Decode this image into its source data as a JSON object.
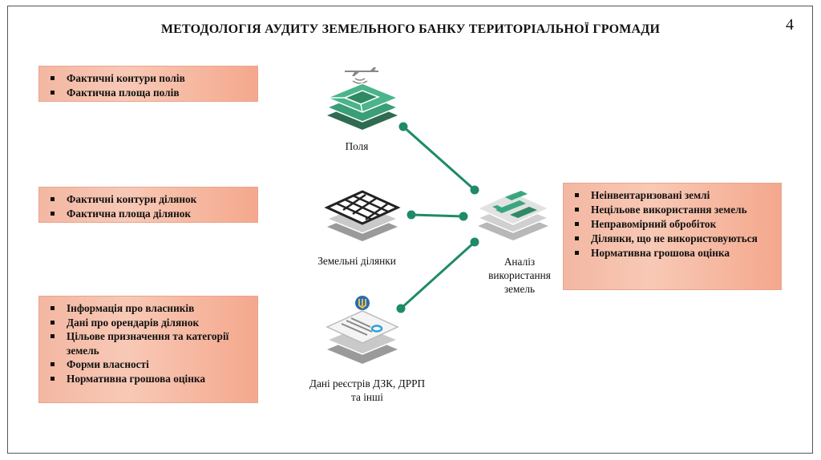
{
  "title": "МЕТОДОЛОГІЯ АУДИТУ ЗЕМЕЛЬНОГО БАНКУ ТЕРИТОРІАЛЬНОЇ ГРОМАДИ",
  "page_number": "4",
  "sources": [
    {
      "label": "Поля",
      "bullets": [
        "Фактичні контури полів",
        "Фактична площа полів"
      ]
    },
    {
      "label": "Земельні ділянки",
      "bullets": [
        "Фактичні контури ділянок",
        "Фактична площа ділянок"
      ]
    },
    {
      "label_line1": "Дані реєстрів ДЗК, ДРРП",
      "label_line2": "та інші",
      "bullets": [
        "Інформація про власників",
        "Дані про орендарів ділянок",
        "Цільове призначення та категорії земель",
        "Форми власності",
        "Нормативна грошова оцінка"
      ]
    }
  ],
  "analysis": {
    "label_line1": "Аналіз",
    "label_line2": "використання",
    "label_line3": "земель",
    "bullets": [
      "Неінвентаризовані землі",
      "Нецільове використання земель",
      "Неправомірний обробіток",
      "Ділянки, що не використовуються",
      "Нормативна грошова оцінка"
    ]
  },
  "colors": {
    "connector": "#1f8a6a",
    "box_fill": "#f6bca6",
    "layer_green": "#3aa67e",
    "layer_dark": "#2f6b50",
    "layer_gray": "#b9b9b9"
  }
}
